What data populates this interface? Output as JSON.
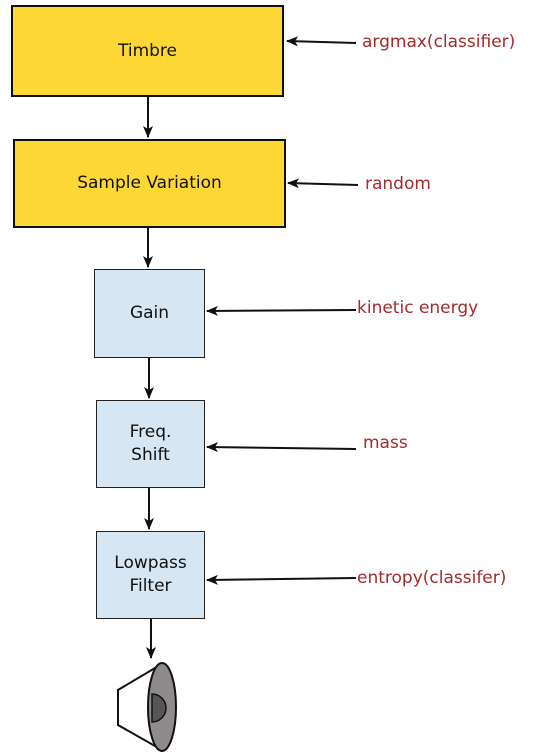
{
  "blocks": {
    "timbre": "Timbre",
    "sample_variation": "Sample Variation",
    "gain": "Gain",
    "freq_shift": "Freq.\nShift",
    "lowpass_filter": "Lowpass\nFilter"
  },
  "parameters": {
    "timbre": "argmax(classifier)",
    "sample_variation": "random",
    "gain": "kinetic energy",
    "freq_shift": "mass",
    "lowpass_filter": "entropy(classifer)"
  },
  "colors": {
    "synth_block_fill": "#fdd835",
    "effect_block_fill": "#d7e6f3",
    "parameter_text": "#a52a2a",
    "arrow": "#111111"
  },
  "output_icon": "speaker-icon"
}
